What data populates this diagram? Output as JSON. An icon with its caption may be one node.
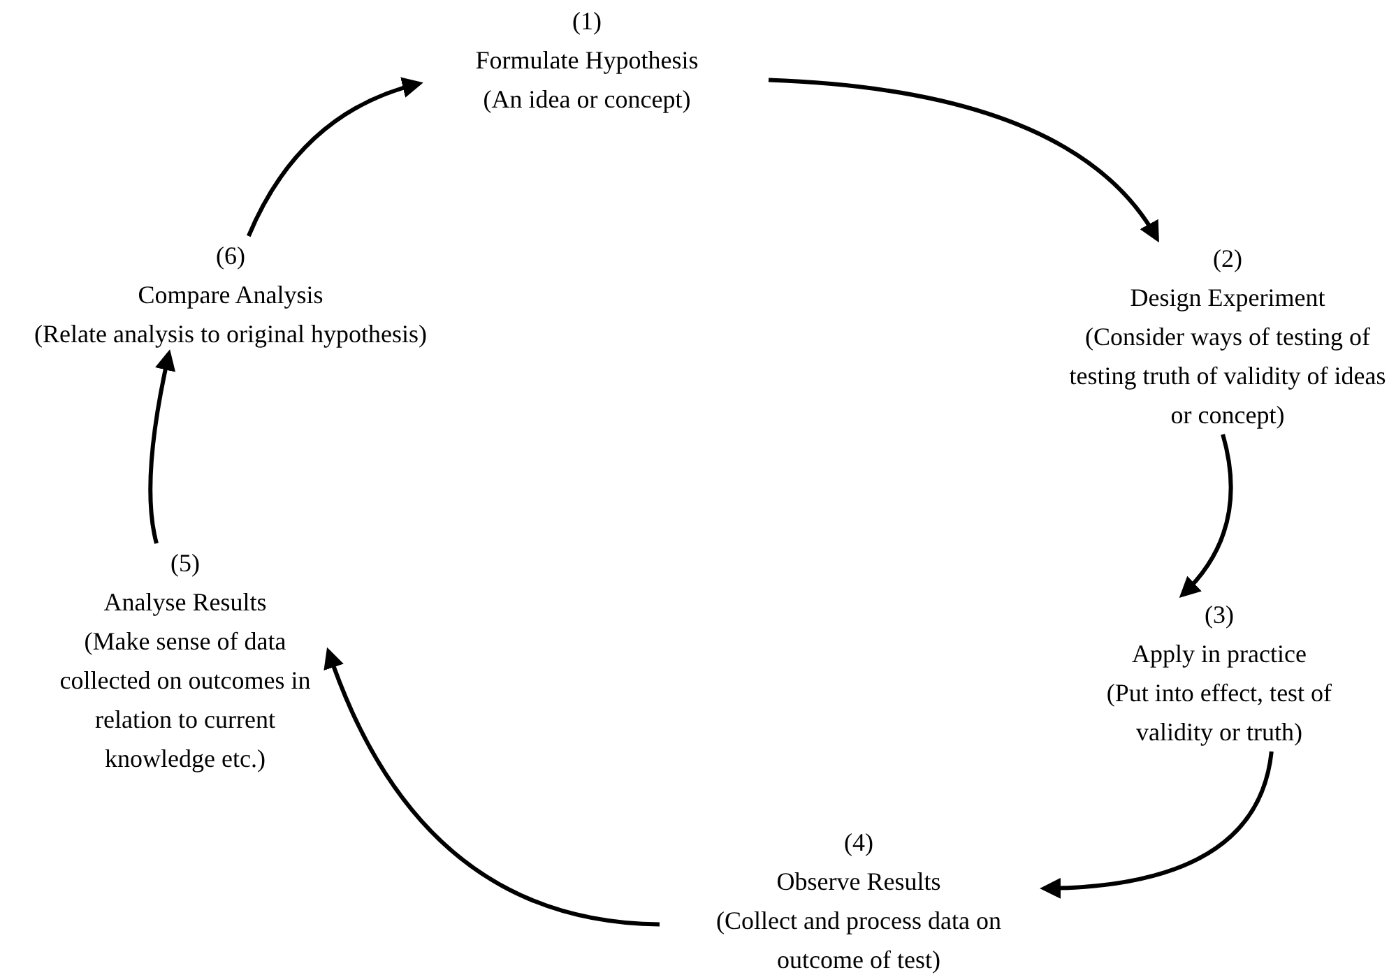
{
  "diagram": {
    "nodes": [
      {
        "text": [
          "(1)",
          "Formulate Hypothesis",
          "(An idea or concept)"
        ]
      },
      {
        "text": [
          "(2)",
          "Design Experiment",
          "(Consider ways of testing of testing truth of validity of ideas or concept)"
        ]
      },
      {
        "text": [
          "(3)",
          "Apply in practice",
          "(Put into effect, test of validity or truth)"
        ]
      },
      {
        "text": [
          "(4)",
          "Observe Results",
          "(Collect and process data on outcome of test)"
        ]
      },
      {
        "text": [
          "(5)",
          "Analyse Results",
          "(Make sense of data collected on outcomes in relation to current knowledge etc.)"
        ]
      },
      {
        "text": [
          "(6)",
          "Compare Analysis",
          "(Relate analysis to original hypothesis)"
        ]
      }
    ],
    "edges": [
      {
        "from": 0,
        "to": 1,
        "arrow": "to"
      },
      {
        "from": 1,
        "to": 2,
        "arrow": "to"
      },
      {
        "from": 2,
        "to": 3,
        "arrow": "to"
      },
      {
        "from": 3,
        "to": 4,
        "arrow": "to"
      },
      {
        "from": 4,
        "to": 5,
        "arrow": "to"
      },
      {
        "from": 5,
        "to": 0,
        "arrow": "to"
      }
    ]
  }
}
